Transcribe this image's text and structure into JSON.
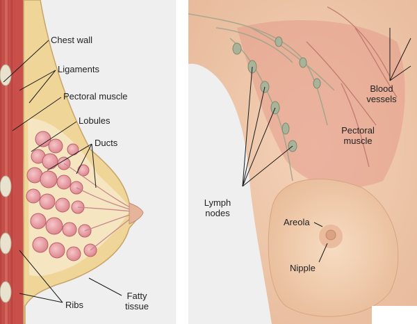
{
  "left_panel": {
    "labels": {
      "chest_wall": "Chest wall",
      "ligaments": "Ligaments",
      "pectoral_muscle": "Pectoral muscle",
      "lobules": "Lobules",
      "ducts": "Ducts",
      "fatty_tissue_1": "Fatty",
      "fatty_tissue_2": "tissue",
      "ribs": "Ribs"
    }
  },
  "right_panel": {
    "labels": {
      "blood_vessels_1": "Blood",
      "blood_vessels_2": "vessels",
      "pectoral_muscle_1": "Pectoral",
      "pectoral_muscle_2": "muscle",
      "lymph_nodes_1": "Lymph",
      "lymph_nodes_2": "nodes",
      "areola": "Areola",
      "nipple": "Nipple"
    }
  },
  "colors": {
    "panel_bg": "#efefef",
    "muscle": "#c9504a",
    "fat": "#efd38e",
    "lobule": "#eaa0a5",
    "skin": "#f2d0b2",
    "leader": "#1a1a1a"
  }
}
